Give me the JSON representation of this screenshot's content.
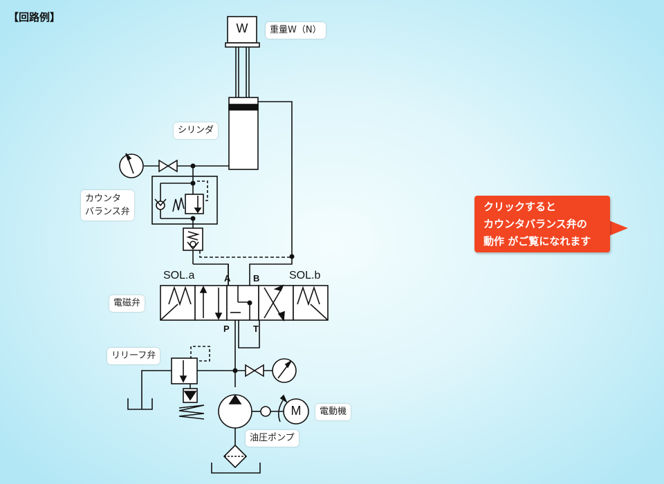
{
  "page": {
    "heading": "【回路例】"
  },
  "weight": {
    "symbol": "W",
    "label": "重量W（N）"
  },
  "labels": {
    "cylinder": "シリンダ",
    "counterbalance_line1": "カウンタ",
    "counterbalance_line2": "バランス弁",
    "solenoid_valve": "電磁弁",
    "relief_valve": "リリーフ弁",
    "motor": "電動機",
    "pump": "油圧ポンプ"
  },
  "motor_symbol": "M",
  "ports": {
    "a": "A",
    "b": "B",
    "p": "P",
    "t": "T"
  },
  "solenoids": {
    "a": "SOL.a",
    "b": "SOL.b"
  },
  "callout": {
    "line1": "クリックすると",
    "line2": "カウンタバランス弁の",
    "line3": "動作 がご覧になれます",
    "color": "#f24522"
  },
  "colors": {
    "line": "#111111",
    "label_bg": "#ffffff"
  },
  "icons": [
    "pressure-gauge-icon",
    "needle-valve-icon",
    "pump-icon",
    "motor-icon",
    "filter-icon",
    "tank-icon"
  ]
}
